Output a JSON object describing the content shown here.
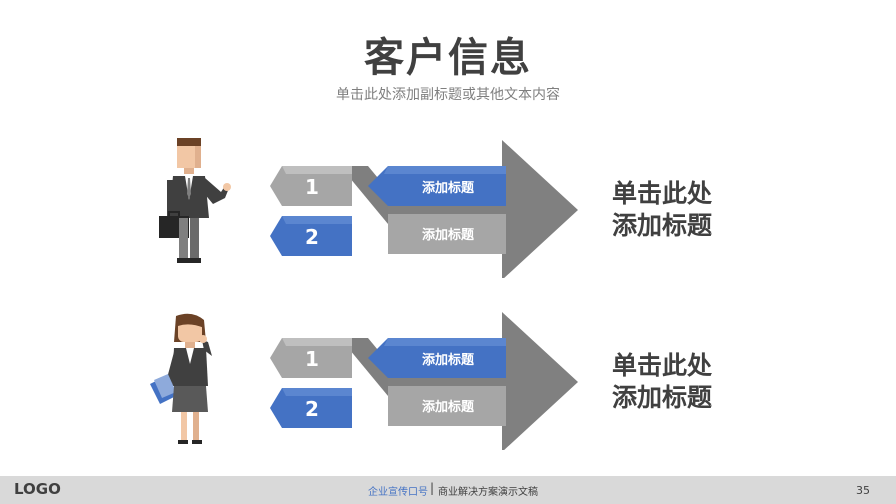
{
  "header": {
    "title": "客户信息",
    "subtitle": "单击此处添加副标题或其他文本内容"
  },
  "rows": [
    {
      "person": "businessman",
      "chip1": "1",
      "chip2": "2",
      "box_top": "添加标题",
      "box_bottom": "添加标题",
      "text_line1": "单击此处",
      "text_line2": "添加标题"
    },
    {
      "person": "businesswoman",
      "chip1": "1",
      "chip2": "2",
      "box_top": "添加标题",
      "box_bottom": "添加标题",
      "text_line1": "单击此处",
      "text_line2": "添加标题"
    }
  ],
  "footer": {
    "logo": "LOGO",
    "slogan": "企业宣传口号",
    "separator": "|",
    "doc_title": "商业解决方案演示文稿",
    "page_number": "35"
  },
  "colors": {
    "blue": "#4472c4",
    "gray": "#a6a6a6",
    "dark_gray": "#7f7f7f",
    "text": "#404040"
  }
}
